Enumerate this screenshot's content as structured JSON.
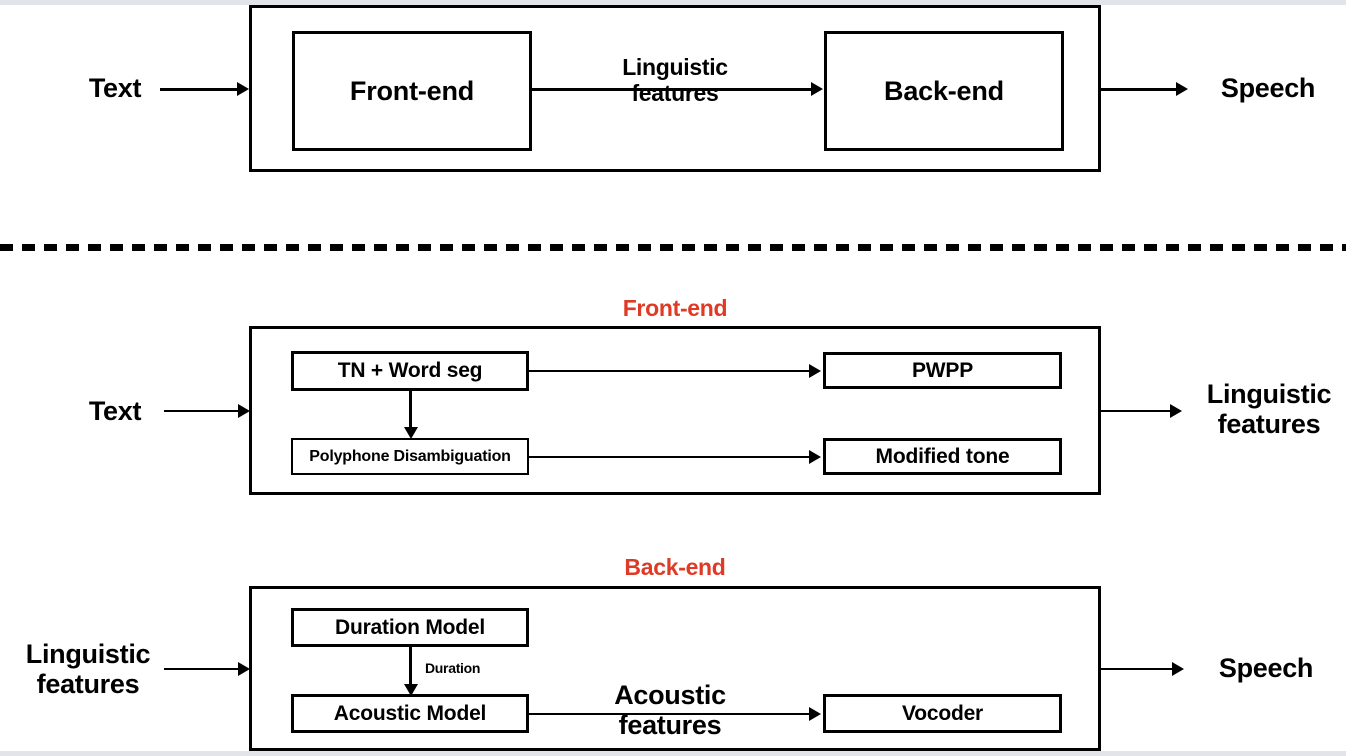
{
  "figure": {
    "title": "Text-to-Speech pipeline block diagram",
    "accent_red": "#df3a26",
    "line_color": "#000000",
    "background": "#ffffff"
  },
  "overview": {
    "input_label": "Text",
    "output_label": "Speech",
    "mid_label": "Linguistic\nfeatures",
    "blocks": [
      {
        "label": "Front-end"
      },
      {
        "label": "Back-end"
      }
    ]
  },
  "frontend": {
    "section_title": "Front-end",
    "input_label": "Text",
    "output_label": "Linguistic\nfeatures",
    "blocks": [
      {
        "label": "TN + Word seg"
      },
      {
        "label": "Polyphone  Disambiguation"
      },
      {
        "label": "PWPP"
      },
      {
        "label": "Modified tone"
      }
    ]
  },
  "backend": {
    "section_title": "Back-end",
    "input_label": "Linguistic\nfeatures",
    "output_label": "Speech",
    "edge_label_duration": "Duration",
    "edge_label_acoustic": "Acoustic\nfeatures",
    "blocks": [
      {
        "label": "Duration Model"
      },
      {
        "label": "Acoustic Model"
      },
      {
        "label": "Vocoder"
      }
    ]
  }
}
